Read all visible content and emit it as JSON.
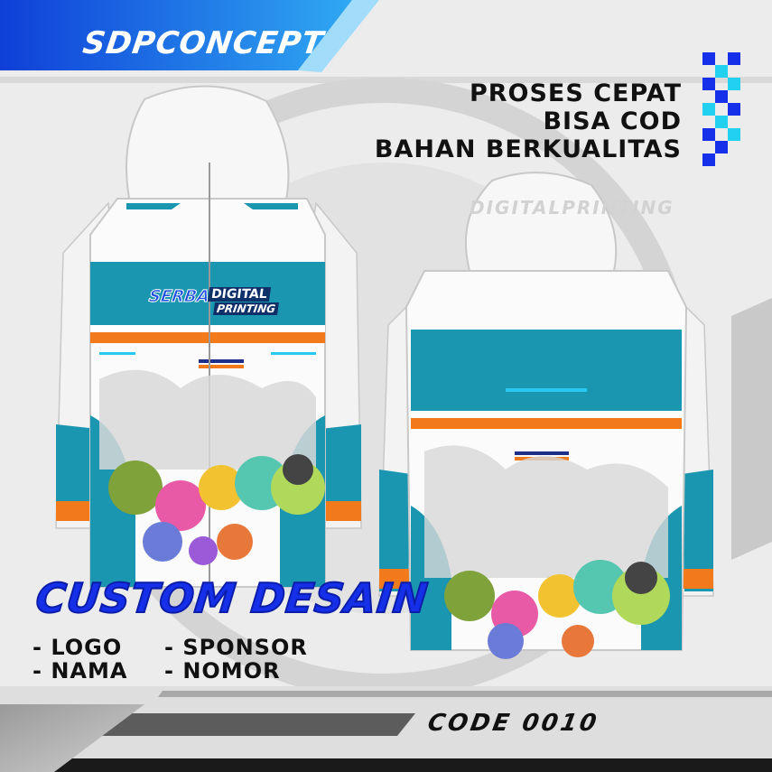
{
  "brand": {
    "name": "SDPCONCEPT"
  },
  "features": [
    "PROSES CEPAT",
    "BISA COD",
    "BAHAN BERKUALITAS"
  ],
  "watermark": "DIGITALPRINTING",
  "jacket_logo": {
    "word1": "SERBA",
    "word2": "DIGITAL",
    "word3": "PRINTING"
  },
  "custom": {
    "title": "CUSTOM DESAIN",
    "options": [
      "- LOGO",
      "- SPONSOR",
      "- NAMA",
      "- NOMOR"
    ]
  },
  "product_code": "CODE 0010",
  "colors": {
    "background": "#ececec",
    "banner_blue": "#1f6fe6",
    "teal": "#1a96b0",
    "orange": "#f27a1a",
    "accent_blue": "#1530e8",
    "jacket_white": "#fbfbfb"
  },
  "icons": [
    "checkered-flag-icon",
    "graffiti-artwork",
    "hoodie-front",
    "hoodie-back"
  ]
}
